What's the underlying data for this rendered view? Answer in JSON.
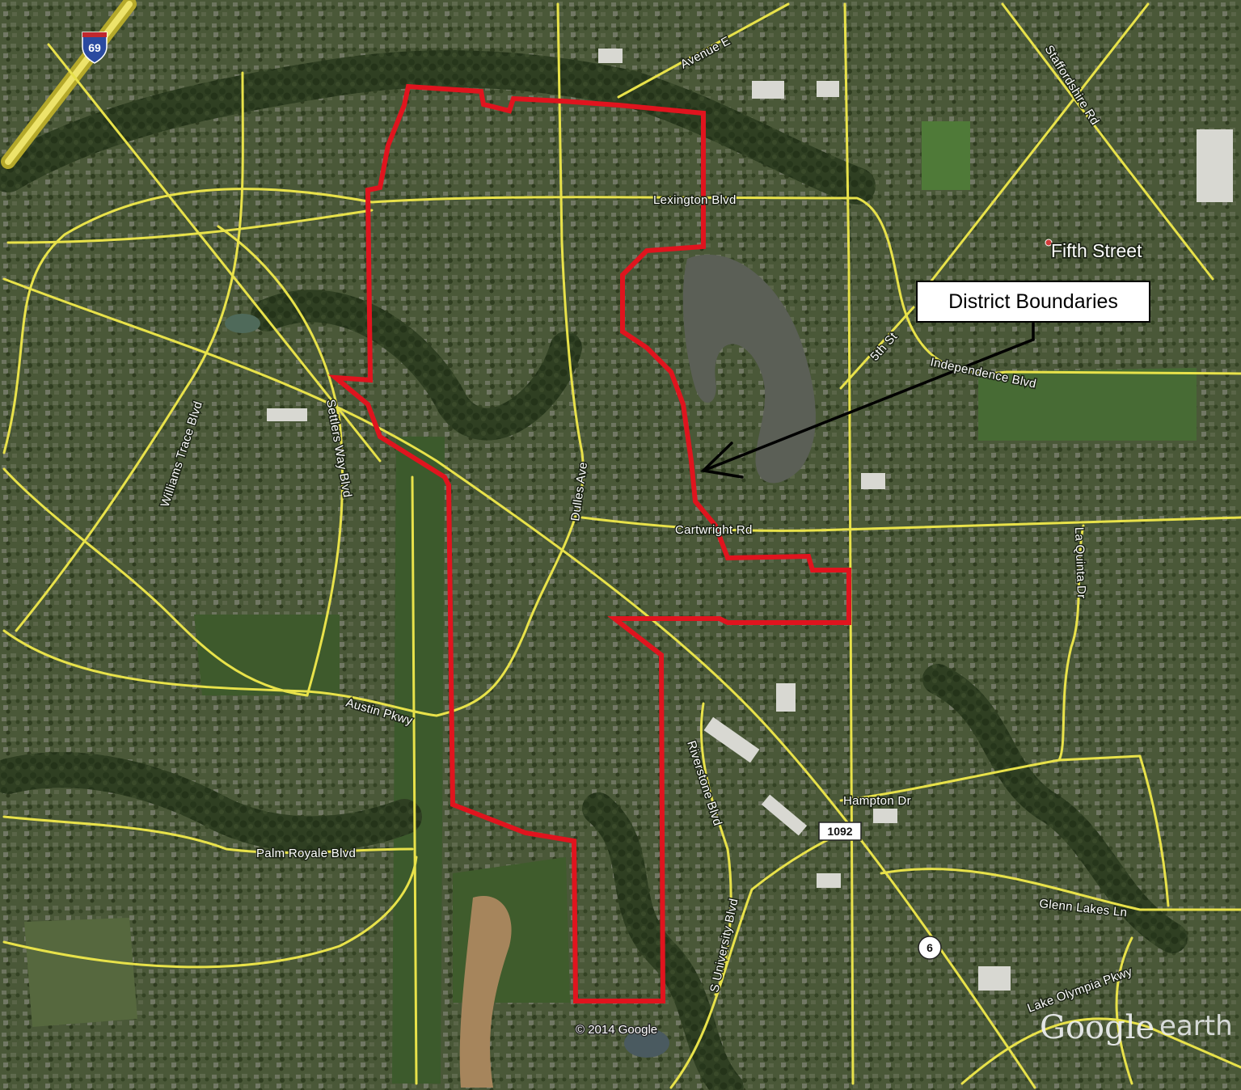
{
  "map": {
    "callout_label": "District Boundaries",
    "poi_label": "Fifth Street",
    "copyright": "© 2014 Google",
    "brand_main": "Google",
    "brand_sub": "earth",
    "road_labels": {
      "avenue_e": "Avenue E",
      "staffordshire": "Staffordshire Rd",
      "lexington": "Lexington Blvd",
      "fifth_st": "5th St",
      "independence": "Independence Blvd",
      "williams_trace": "Williams Trace Blvd",
      "settlers_way": "Settlers Way Blvd",
      "dulles": "Dulles Ave",
      "cartwright": "Cartwright Rd",
      "la_quinta": "La Quinta Dr",
      "austin_pkwy": "Austin Pkwy",
      "riverstone": "Riverstone Blvd",
      "hampton": "Hampton Dr",
      "palm_royale": "Palm Royale Blvd",
      "s_university": "S University Blvd",
      "glenn_lakes": "Glenn Lakes Ln",
      "lake_olympia": "Lake Olympia Pkwy"
    },
    "shields": {
      "interstate": "69",
      "state_1092": "1092",
      "state_6": "6"
    },
    "colors": {
      "boundary": "#e0141e",
      "road": "#e8e24a",
      "terrain": "#3a4a2a"
    }
  }
}
